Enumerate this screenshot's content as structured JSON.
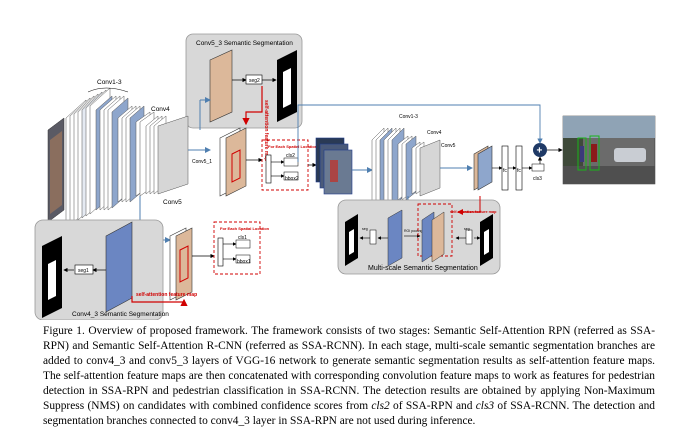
{
  "figure": {
    "conv5_branch_title": "Conv5_3 Semantic Segmentation",
    "conv4_branch_title": "Conv4_3 Semantic Segmentation",
    "multiscale_title": "Multi-scale Semantic Segmentation",
    "conv13_label": "Conv1-3",
    "conv4_label": "Conv4",
    "conv5_label": "Conv5",
    "conv51_label": "Conv5_1",
    "seg2_label": "seg2",
    "seg1_label": "seg1",
    "self_attention_label": "self-attention feature map",
    "self_attention_rot": "self-attention feature map",
    "per_each_spatial": "For Each Spatial Location",
    "cls2_label": "cls2",
    "bbox2_label": "bbox2",
    "cls1_label": "cls1",
    "bbox1_label": "bbox1",
    "cls3_label": "cls3",
    "plus_symbol": "+",
    "small_conv13": "Conv1-3",
    "small_conv4": "Conv4",
    "small_conv5": "Conv5",
    "small_seg_a": "seg",
    "small_seg_b": "seg",
    "small_sa": "self-attention feature map",
    "small_roi": "ROI pooling",
    "fc_a": "fc",
    "fc_b": "fc"
  },
  "caption": {
    "part1": "Figure 1. Overview of proposed framework. The framework consists of two stages: Semantic Self-Attention RPN (referred as SSA-RPN) and Semantic Self-Attention R-CNN (referred as SSA-RCNN). In each stage, multi-scale semantic segmentation branches are added to conv4_3 and conv5_3 layers of VGG-16 network to generate semantic segmentation results as self-attention feature maps. The self-attention feature maps are then concatenated with corresponding convolution feature maps to work as features for pedestrian detection in SSA-RPN and pedestrian classification in SSA-RCNN. The detection results are obtained by applying Non-Maximum Suppress (NMS) on candidates with combined confidence scores from ",
    "em1": "cls2",
    "part2": " of SSA-RPN and ",
    "em2": "cls3",
    "part3": " of SSA-RCNN. The detection and segmentation branches connected to conv4_3 layer in SSA-RPN are not used during inference."
  }
}
